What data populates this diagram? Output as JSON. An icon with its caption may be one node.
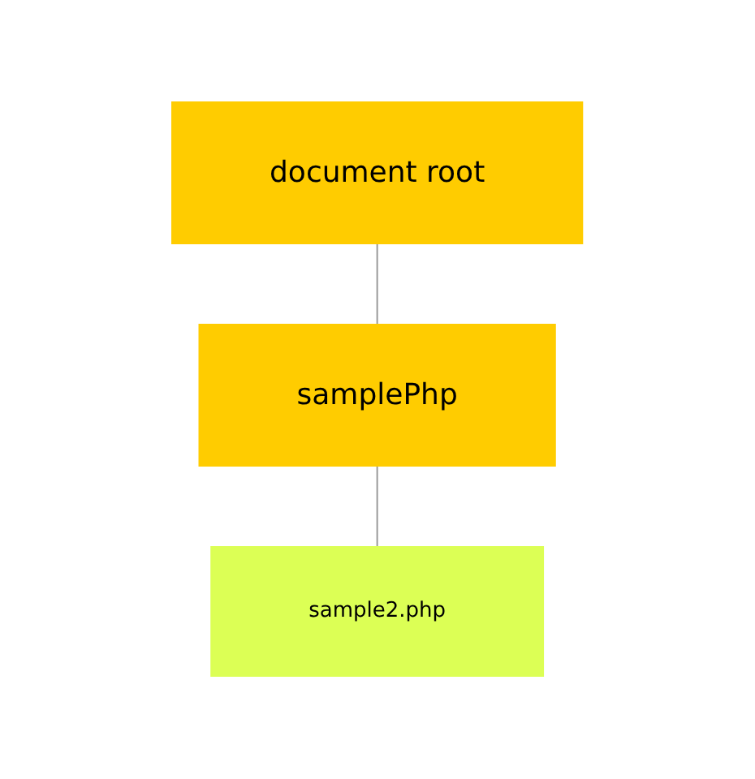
{
  "diagram": {
    "nodes": [
      {
        "text": [
          "document root"
        ]
      },
      {
        "text": [
          "samplePhp"
        ]
      },
      {
        "text": [
          "sample2.php"
        ]
      }
    ],
    "edges": [
      {
        "from": 0,
        "to": 1,
        "arrow": "none"
      },
      {
        "from": 1,
        "to": 2,
        "arrow": "none"
      }
    ]
  }
}
